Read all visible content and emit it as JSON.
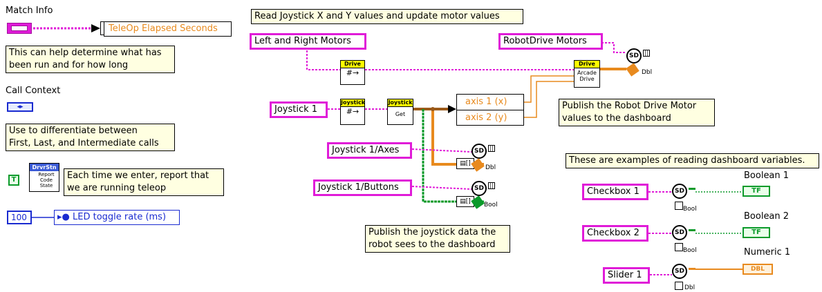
{
  "left_panel": {
    "match_info_label": "Match Info",
    "teleop_seconds": "TeleOp Elapsed Seconds",
    "match_info_comment_1": "This can help determine what has",
    "match_info_comment_2": "been run and for how long",
    "call_context_label": "Call Context",
    "call_context_comment_1": "Use to differentiate between",
    "call_context_comment_2": "First, Last, and Intermediate calls",
    "report_vi": {
      "header": "DrvrStn",
      "body": "Report Code State"
    },
    "report_const": "T",
    "report_comment_1": "Each time we enter, report that",
    "report_comment_2": "we are running teleop",
    "led_constant": "100",
    "led_label": "LED toggle rate (ms)"
  },
  "middle": {
    "title_comment": "Read Joystick X and Y values and update motor values",
    "left_right_motors": "Left and Right Motors",
    "robotdrive_motors": "RobotDrive Motors",
    "drive_vi_1": {
      "header": "Drive",
      "body": "#→"
    },
    "drive_vi_2": {
      "header": "Drive",
      "body": "Arcade Drive"
    },
    "joystick_1": "Joystick 1",
    "joystick_vi_1": {
      "header": "Joystick",
      "body": "#→"
    },
    "joystick_vi_2": {
      "header": "Joystick",
      "body": "Get"
    },
    "axis_1": "axis 1 (x)",
    "axis_2": "axis 2 (y)",
    "publish_motor_1": "Publish the Robot Drive Motor",
    "publish_motor_2": "values to the dashboard",
    "joystick_axes": "Joystick 1/Axes",
    "joystick_buttons": "Joystick 1/Buttons",
    "publish_joystick_1": "Publish the joystick data the",
    "publish_joystick_2": "robot sees to the dashboard",
    "sd_dbl": "Dbl",
    "sd_bool": "Bool"
  },
  "right": {
    "examples_comment": "These are examples of reading dashboard variables.",
    "checkbox_1": "Checkbox 1",
    "checkbox_2": "Checkbox 2",
    "slider_1": "Slider 1",
    "boolean_1": "Boolean 1",
    "boolean_2": "Boolean 2",
    "numeric_1": "Numeric 1",
    "tf": "TF",
    "dbl_ind": "DBL",
    "sd_bool": "Bool",
    "sd_dbl": "Dbl"
  },
  "colors": {
    "pink_wire": "#e01bd8",
    "orange_wire": "#e88a1e",
    "green_wire": "#0a9a2a",
    "brown_wire": "#9b5a1a",
    "blue_wire": "#1a2bd0"
  }
}
